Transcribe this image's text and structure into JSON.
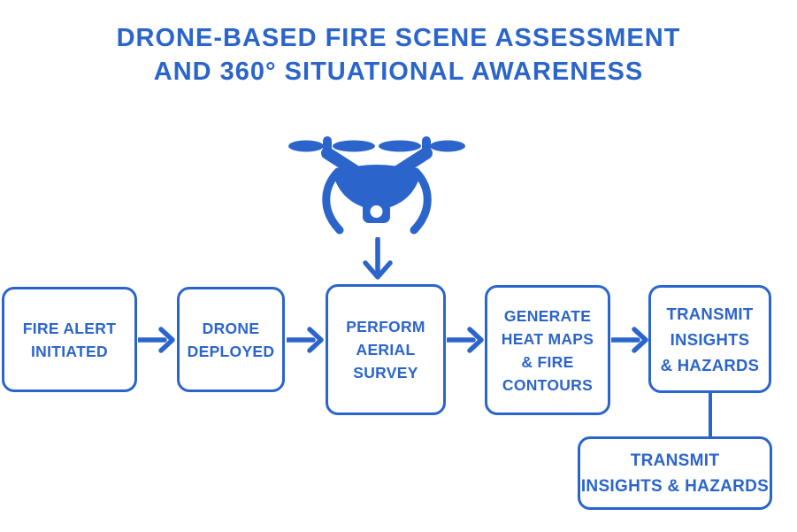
{
  "title": {
    "lines": [
      "DRONE-BASED FIRE SCENE ASSESSMENT",
      "AND 360° SITUATIONAL AWARENESS"
    ]
  },
  "icons": {
    "drone": "drone-icon",
    "down_arrow": "arrow-down-icon",
    "flow_arrow": "arrow-right-icon"
  },
  "flow": {
    "steps": [
      {
        "id": "fire-alert-initiated",
        "label_lines": [
          "FIRE ALERT",
          "INITIATED"
        ]
      },
      {
        "id": "drone-deployed",
        "label_lines": [
          "DRONE",
          "DEPLOYED"
        ]
      },
      {
        "id": "perform-aerial-survey",
        "label_lines": [
          "PERFORM",
          "AERIAL",
          "SURVEY"
        ]
      },
      {
        "id": "generate-heat-maps",
        "label_lines": [
          "GENERATE",
          "HEAT MAPS",
          "& FIRE",
          "CONTOURS"
        ]
      },
      {
        "id": "transmit-insights-hazards",
        "label_lines": [
          "TRANSMIT",
          "INSIGHTS",
          "& HAZARDS"
        ]
      }
    ],
    "branch": {
      "id": "transmit-insights-hazards-2",
      "label_lines": [
        "TRANSMIT",
        "INSIGHTS & HAZARDS"
      ]
    }
  },
  "colors": {
    "accent": "#2B65CB",
    "background": "#FFFFFF"
  }
}
